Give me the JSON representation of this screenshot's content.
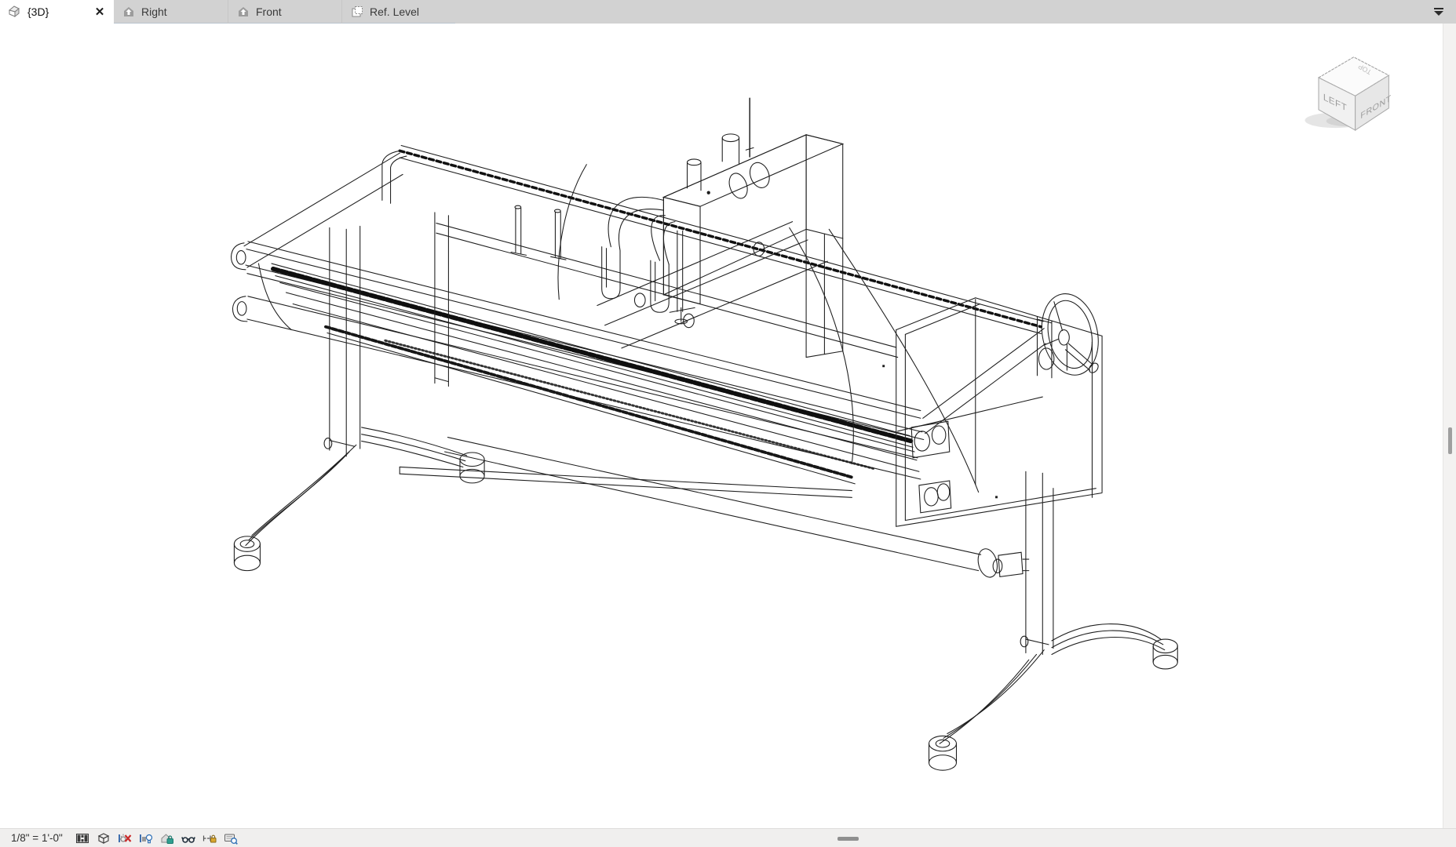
{
  "tab_bar": {
    "tabs": [
      {
        "label": "{3D}",
        "icon": "3d-view-icon",
        "active": true,
        "closable": true,
        "close_glyph": "✕"
      },
      {
        "label": "Right",
        "icon": "elevation-view-icon",
        "active": false
      },
      {
        "label": "Front",
        "icon": "elevation-view-icon",
        "active": false
      },
      {
        "label": "Ref. Level",
        "icon": "plan-view-icon",
        "active": false
      }
    ],
    "overflow_button_icon": "tab-list-chevron-icon"
  },
  "canvas": {
    "description": "3D wireframe view of a long-arm quilting machine: sewing head with two spool holes and thread pins riding on toothed rails, table frame with fabric rollers, take-up bar, hand wheel on the right end, and curved legs with cylindrical feet",
    "view_cube": {
      "top_label": "TOP",
      "left_label": "LEFT",
      "front_label": "FRONT"
    }
  },
  "view_control_bar": {
    "scale_label": "1/8\" = 1'-0\"",
    "buttons": [
      {
        "icon": "detail-level-icon"
      },
      {
        "icon": "visual-style-icon"
      },
      {
        "icon": "sun-path-off-icon"
      },
      {
        "icon": "shadows-off-icon"
      },
      {
        "icon": "locked-3d-view-icon"
      },
      {
        "icon": "temporary-hide-isolate-icon"
      },
      {
        "icon": "reveal-constraints-icon"
      },
      {
        "icon": "temporary-view-properties-icon"
      }
    ]
  }
}
